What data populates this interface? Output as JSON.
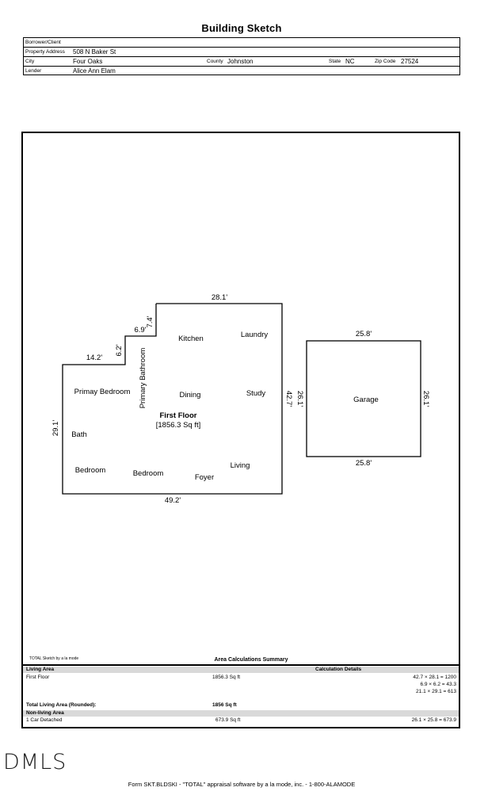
{
  "title": "Building Sketch",
  "header": {
    "borrower_label": "Borrower/Client",
    "borrower_value": "",
    "address_label": "Property Address",
    "address_value": "508 N Baker St",
    "city_label": "City",
    "city_value": "Four Oaks",
    "county_label": "County",
    "county_value": "Johnston",
    "state_label": "State",
    "state_value": "NC",
    "zip_label": "Zip Code",
    "zip_value": "27524",
    "lender_label": "Lender",
    "lender_value": "Alice Ann Elam"
  },
  "sketch": {
    "dimensions": {
      "top": "28.1'",
      "step_v_top": "7.4'",
      "step_h_mid": "6.9'",
      "step_v_mid": "6.2'",
      "step_h_left": "14.2'",
      "left": "29.1'",
      "bottom": "49.2'",
      "right": "42.7'",
      "garage_top": "25.8'",
      "garage_bottom": "25.8'",
      "garage_left": "26.1'",
      "garage_right": "26.1'"
    },
    "rooms": {
      "kitchen": "Kitchen",
      "laundry": "Laundry",
      "primary_bedroom": "Primay Bedroom",
      "primary_bathroom": "Primary Bathroom",
      "dining": "Dining",
      "study": "Study",
      "floor_name": "First Floor",
      "floor_area": "[1856.3 Sq ft]",
      "bath": "Bath",
      "bedroom1": "Bedroom",
      "bedroom2": "Bedroom",
      "foyer": "Foyer",
      "living": "Living",
      "garage": "Garage"
    }
  },
  "summary": {
    "credit": "TOTAL Sketch by a la mode",
    "title": "Area Calculations Summary",
    "living_area_label": "Living Area",
    "calc_details_label": "Calculation Details",
    "first_floor_label": "First Floor",
    "first_floor_value": "1856.3 Sq ft",
    "calc_lines": [
      "42.7 × 28.1 = 1200",
      "6.9 × 6.2 = 43.3",
      "21.1 × 29.1 = 613"
    ],
    "total_label": "Total Living Area (Rounded):",
    "total_value": "1856 Sq ft",
    "nonliving_label": "Non-living Area",
    "garage_label": "1 Car Detached",
    "garage_value": "673.9 Sq ft",
    "garage_calc": "26.1 × 25.8 = 673.9"
  },
  "watermark": "DMLS",
  "footer": "Form SKT.BLDSKI - \"TOTAL\" appraisal software by a la mode, inc. - 1-800-ALAMODE"
}
